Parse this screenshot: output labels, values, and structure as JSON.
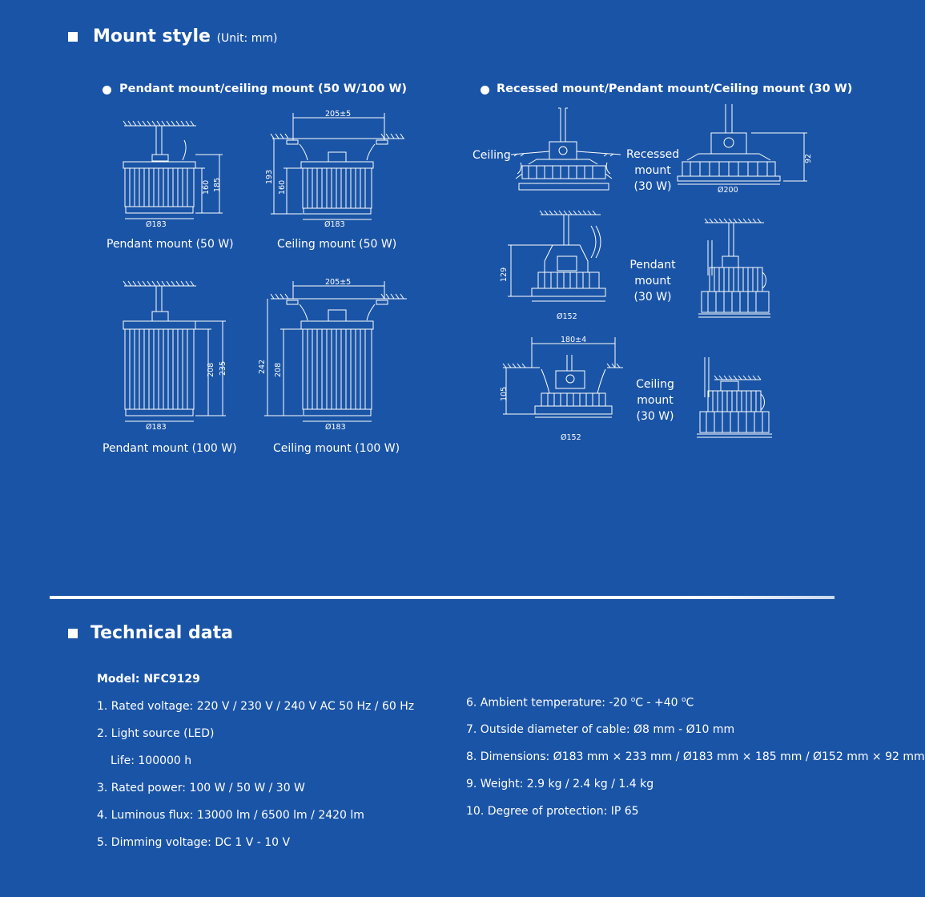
{
  "mount_section": {
    "title": "Mount style",
    "unit": "(Unit: mm)",
    "left_heading": "Pendant mount/ceiling mount (50 W/100 W)",
    "right_heading": "Recessed mount/Pendant mount/Ceiling mount (30 W)",
    "captions": {
      "pendant_50": "Pendant mount (50 W)",
      "ceiling_50": "Ceiling mount (50 W)",
      "pendant_100": "Pendant mount (100 W)",
      "ceiling_100": "Ceiling mount (100 W)"
    },
    "labels_30w": {
      "ceiling": "Ceiling",
      "recessed": [
        "Recessed",
        "mount",
        "(30 W)"
      ],
      "pendant": [
        "Pendant",
        "mount",
        "(30 W)"
      ],
      "ceiling_mount": [
        "Ceiling",
        "mount",
        "(30 W)"
      ]
    },
    "dimensions": {
      "p50_dia": "Ø183",
      "p50_h1": "160",
      "p50_h2": "185",
      "c50_width": "205±5",
      "c50_dia": "Ø183",
      "c50_h1": "193",
      "c50_h2": "160",
      "p100_dia": "Ø183",
      "p100_h1": "208",
      "p100_h2": "235",
      "c100_width": "205±5",
      "c100_dia": "Ø183",
      "c100_h1": "242",
      "c100_h2": "208",
      "rec_dia": "Ø200",
      "rec_h": "92",
      "pend30_dia": "Ø152",
      "pend30_h": "129",
      "ceil30_width": "180±4",
      "ceil30_dia": "Ø152",
      "ceil30_h": "105"
    }
  },
  "tech_section": {
    "title": "Technical data",
    "model": "Model: NFC9129",
    "left_specs": [
      "1. Rated voltage: 220 V / 230 V / 240 V AC 50 Hz / 60 Hz",
      "2. Light source (LED)",
      "Life: 100000 h",
      "3. Rated power: 100 W / 50 W / 30 W",
      "4. Luminous flux: 13000 lm / 6500 lm / 2420 lm",
      "5. Dimming voltage: DC 1 V - 10 V"
    ],
    "ambient": {
      "prefix": "6. Ambient temperature: -20 ",
      "deg1": "o",
      "mid": "C - +40 ",
      "deg2": "o",
      "suffix": "C"
    },
    "right_specs": [
      "7. Outside diameter of cable: Ø8 mm - Ø10 mm",
      "8. Dimensions: Ø183 mm × 233 mm / Ø183 mm × 185 mm / Ø152 mm × 92 mm",
      "9. Weight: 2.9 kg / 2.4 kg / 1.4 kg",
      "10. Degree of protection: IP 65"
    ]
  },
  "colors": {
    "background": "#1a54a6",
    "foreground": "#ffffff"
  }
}
